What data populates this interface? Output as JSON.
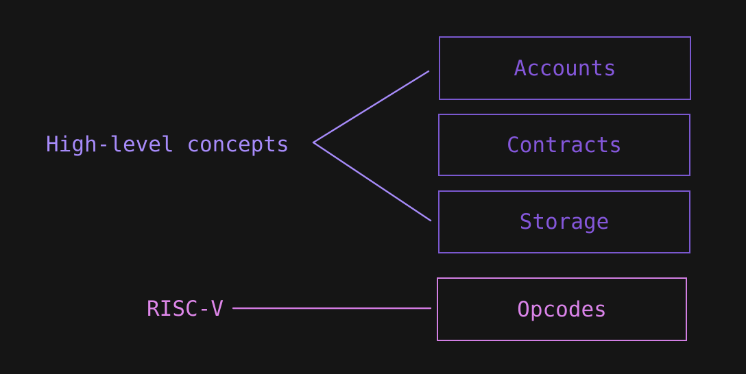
{
  "diagram": {
    "title": "",
    "background_color": "#151515",
    "groups": [
      {
        "label": "High-level concepts",
        "label_color": "#a78bfa",
        "connector_color": "#a78bfa",
        "connector_shape": "fork",
        "targets": [
          "Accounts",
          "Contracts",
          "Storage"
        ]
      },
      {
        "label": "RISC-V",
        "label_color": "#de87e9",
        "connector_color": "#d47be2",
        "connector_shape": "straight",
        "targets": [
          "Opcodes"
        ]
      }
    ],
    "labels": {
      "high_level": "High-level concepts",
      "risc_v": "RISC-V"
    },
    "boxes": {
      "accounts": {
        "label": "Accounts",
        "border_color": "#7a58cf",
        "text_color": "#8457da"
      },
      "contracts": {
        "label": "Contracts",
        "border_color": "#7a58cf",
        "text_color": "#8457da"
      },
      "storage": {
        "label": "Storage",
        "border_color": "#7a58cf",
        "text_color": "#8457da"
      },
      "opcodes": {
        "label": "Opcodes",
        "border_color": "#d27fe3",
        "text_color": "#d983e8"
      }
    }
  }
}
